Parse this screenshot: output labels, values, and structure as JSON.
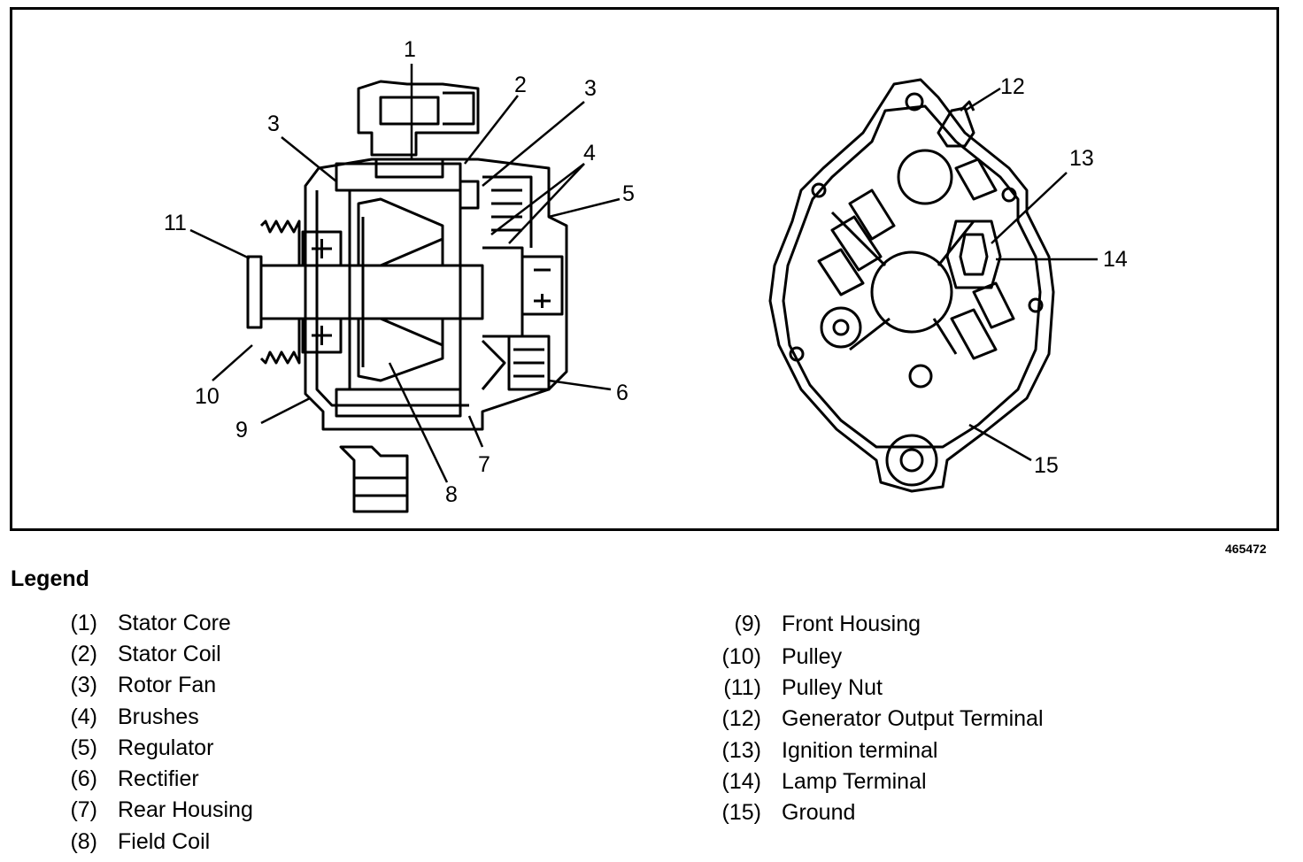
{
  "figure_number": "465472",
  "legend_title": "Legend",
  "callouts": {
    "c1": "1",
    "c2": "2",
    "c3a": "3",
    "c3b": "3",
    "c4": "4",
    "c5": "5",
    "c6": "6",
    "c7": "7",
    "c8": "8",
    "c9": "9",
    "c10": "10",
    "c11": "11",
    "c12": "12",
    "c13": "13",
    "c14": "14",
    "c15": "15"
  },
  "legend_left": [
    {
      "num": "(1)",
      "label": "Stator Core"
    },
    {
      "num": "(2)",
      "label": "Stator Coil"
    },
    {
      "num": "(3)",
      "label": "Rotor Fan"
    },
    {
      "num": "(4)",
      "label": "Brushes"
    },
    {
      "num": "(5)",
      "label": "Regulator"
    },
    {
      "num": "(6)",
      "label": "Rectifier"
    },
    {
      "num": "(7)",
      "label": "Rear Housing"
    },
    {
      "num": "(8)",
      "label": "Field Coil"
    }
  ],
  "legend_right": [
    {
      "num": "(9)",
      "label": "Front Housing"
    },
    {
      "num": "(10)",
      "label": "Pulley"
    },
    {
      "num": "(11)",
      "label": "Pulley Nut"
    },
    {
      "num": "(12)",
      "label": "Generator Output Terminal"
    },
    {
      "num": "(13)",
      "label": "Ignition terminal"
    },
    {
      "num": "(14)",
      "label": "Lamp Terminal"
    },
    {
      "num": "(15)",
      "label": "Ground"
    }
  ]
}
